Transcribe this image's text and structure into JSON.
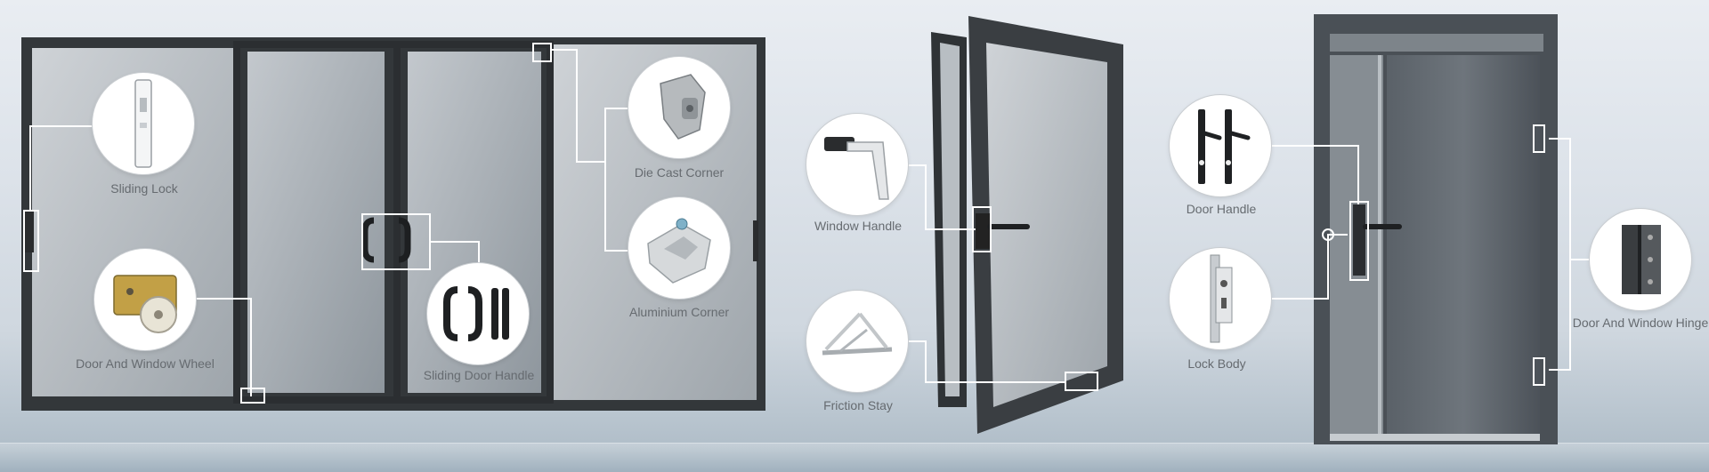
{
  "products": {
    "sliding_lock": "Sliding Lock",
    "door_window_wheel": "Door And Window Wheel",
    "sliding_door_handle": "Sliding Door Handle",
    "die_cast_corner": "Die Cast Corner",
    "aluminium_corner": "Aluminium Corner",
    "window_handle": "Window Handle",
    "friction_stay": "Friction Stay",
    "door_handle": "Door Handle",
    "lock_body": "Lock Body",
    "door_window_hinge": "Door And Window Hinge"
  },
  "icons": {
    "sliding_lock": "sliding-lock-icon",
    "door_window_wheel": "roller-wheel-icon",
    "sliding_door_handle": "d-handle-icon",
    "die_cast_corner": "die-cast-corner-icon",
    "aluminium_corner": "aluminium-corner-icon",
    "window_handle": "window-handle-icon",
    "friction_stay": "friction-stay-icon",
    "door_handle": "lever-handle-icon",
    "lock_body": "mortise-lock-icon",
    "door_window_hinge": "hinge-icon"
  },
  "colors": {
    "frame": "#3a3d40",
    "glass": "#a9b0b6",
    "callout_line": "#ffffff",
    "label_text": "#666b70"
  }
}
